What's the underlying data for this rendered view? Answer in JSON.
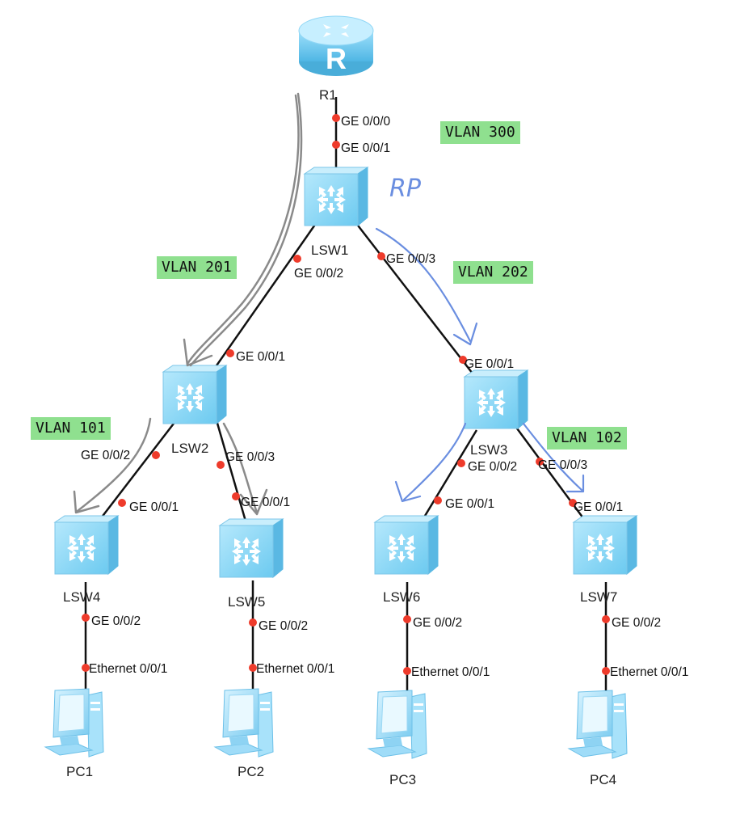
{
  "devices": {
    "r1": {
      "name": "R1"
    },
    "lsw1": {
      "name": "LSW1"
    },
    "lsw2": {
      "name": "LSW2"
    },
    "lsw3": {
      "name": "LSW3"
    },
    "lsw4": {
      "name": "LSW4"
    },
    "lsw5": {
      "name": "LSW5"
    },
    "lsw6": {
      "name": "LSW6"
    },
    "lsw7": {
      "name": "LSW7"
    },
    "pc1": {
      "name": "PC1"
    },
    "pc2": {
      "name": "PC2"
    },
    "pc3": {
      "name": "PC3"
    },
    "pc4": {
      "name": "PC4"
    }
  },
  "ports": {
    "r1_ge000": "GE 0/0/0",
    "lsw1_ge001": "GE 0/0/1",
    "lsw1_ge002": "GE 0/0/2",
    "lsw1_ge003": "GE 0/0/3",
    "lsw2_ge001": "GE 0/0/1",
    "lsw2_ge002": "GE 0/0/2",
    "lsw2_ge003": "GE 0/0/3",
    "lsw3_ge001": "GE 0/0/1",
    "lsw3_ge002": "GE 0/0/2",
    "lsw3_ge003": "GE 0/0/3",
    "lsw4_ge001": "GE 0/0/1",
    "lsw5_ge001": "GE 0/0/1",
    "lsw6_ge001": "GE 0/0/1",
    "lsw7_ge001": "GE 0/0/1",
    "lsw4_ge002": "GE 0/0/2",
    "lsw5_ge002": "GE 0/0/2",
    "lsw6_ge002": "GE 0/0/2",
    "lsw7_ge002": "GE 0/0/2",
    "pc1_eth": "Ethernet 0/0/1",
    "pc2_eth": "Ethernet 0/0/1",
    "pc3_eth": "Ethernet 0/0/1",
    "pc4_eth": "Ethernet 0/0/1"
  },
  "vlans": {
    "v300": "VLAN 300",
    "v201": "VLAN 201",
    "v202": "VLAN 202",
    "v101": "VLAN 101",
    "v102": "VLAN 102"
  },
  "annotations": {
    "rp": "RP"
  },
  "colors": {
    "link": "#111111",
    "port_dot": "#ee3b2b",
    "device_fill": "#8fd6f5",
    "device_dark": "#4fb2e0",
    "vlan_bg": "#8fe08f",
    "gray_arrow": "#8a8a8a",
    "blue_arrow": "#6a8ee0"
  }
}
